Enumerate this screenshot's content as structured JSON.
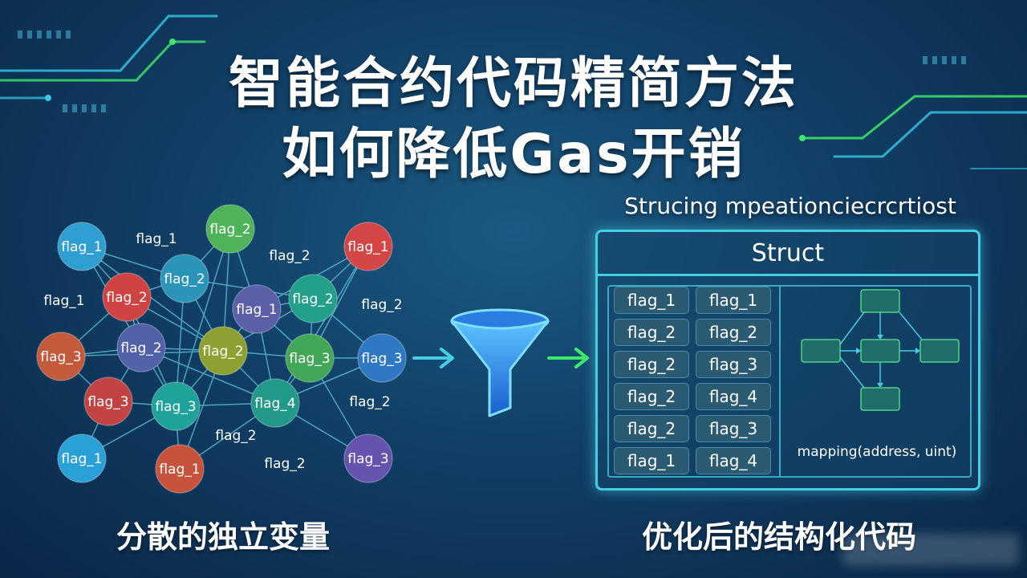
{
  "title": {
    "line1": "智能合约代码精简方法",
    "line2": "如何降低Gas开销"
  },
  "scattered": {
    "caption": "分散的独立变量",
    "nodes": [
      {
        "label": "flag_1",
        "color": "#2e9fd0"
      },
      {
        "label": "flag_2",
        "color": "#4fb35a"
      },
      {
        "label": "flag_1",
        "color": "#d44646"
      },
      {
        "label": "flag_2",
        "color": "#2a95b8"
      },
      {
        "label": "flag_2",
        "color": "#cf4343"
      },
      {
        "label": "flag_1",
        "color": "#5a5fa8"
      },
      {
        "label": "flag_2",
        "color": "#22a08a"
      },
      {
        "label": "flag_3",
        "color": "#c45a3c"
      },
      {
        "label": "flag_2",
        "color": "#5262a8"
      },
      {
        "label": "flag_2",
        "color": "#8fa032"
      },
      {
        "label": "flag_3",
        "color": "#42a857"
      },
      {
        "label": "flag_3",
        "color": "#2f78c4"
      },
      {
        "label": "flag_3",
        "color": "#c24343"
      },
      {
        "label": "flag_3",
        "color": "#1fa29a"
      },
      {
        "label": "flag_4",
        "color": "#219a8a"
      },
      {
        "label": "flag_1",
        "color": "#2aa1d6"
      },
      {
        "label": "flag_1",
        "color": "#c8533c"
      },
      {
        "label": "flag_3",
        "color": "#6553ad"
      }
    ],
    "free_labels": [
      "flag_1",
      "flag_2",
      "flag_1",
      "flag_2",
      "flag_2",
      "flag_2",
      "flag_2"
    ]
  },
  "structured": {
    "heading": "Strucing mpeationciecrcrtiost",
    "struct_label": "Struct",
    "flags": [
      "flag_1",
      "flag_1",
      "flag_2",
      "flag_2",
      "flag_2",
      "flag_3",
      "flag_2",
      "flag_4",
      "flag_2",
      "flag_3",
      "flag_1",
      "flag_4"
    ],
    "mapping_label": "mapping(address, uint)",
    "caption": "优化后的结构化代码"
  },
  "colors": {
    "accent_cyan": "#46cde6",
    "accent_green": "#3ee86a",
    "funnel_blue": "#2f8ff0"
  }
}
